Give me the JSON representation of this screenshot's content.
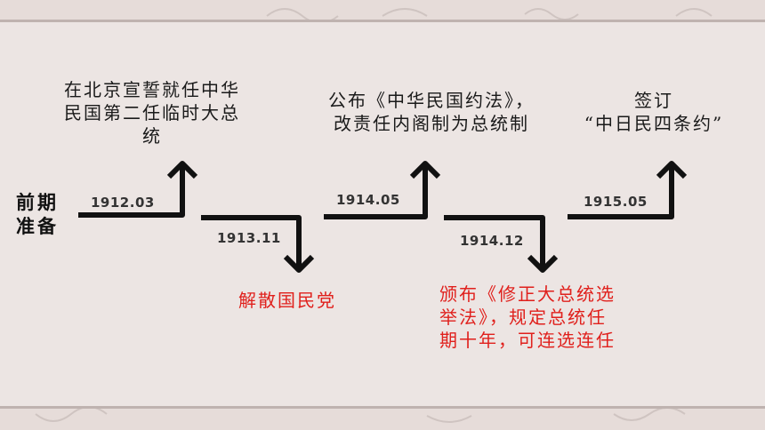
{
  "side_label_lines": [
    "前期",
    "准备"
  ],
  "events": [
    {
      "date": "1912.03",
      "lines": [
        "在北京宣誓就任中华",
        "民国第二任临时大总",
        "统"
      ]
    },
    {
      "date": "1913.11",
      "lines": [
        "解散国民党"
      ]
    },
    {
      "date": "1914.05",
      "lines": [
        "公布《中华民国约法》，",
        "改责任内阁制为总统制"
      ]
    },
    {
      "date": "1914.12",
      "lines": [
        "颁布《修正大总统选",
        "举法》，规定总统任",
        "期十年，可连选连任"
      ]
    },
    {
      "date": "1915.05",
      "lines": [
        "签订",
        "“中日民四条约”"
      ]
    }
  ],
  "colors": {
    "background": "#ece5e3",
    "line": "#111111",
    "highlight": "#e0201c"
  }
}
